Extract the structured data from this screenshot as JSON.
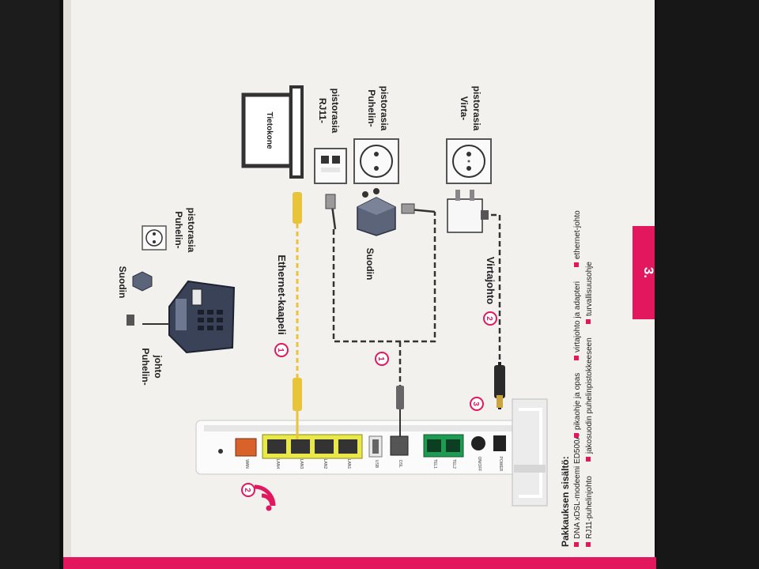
{
  "labels": {
    "puhelinjohto": [
      "Puhelin-",
      "johto"
    ],
    "suodin_top": "Suodin",
    "puhelinpistorasia_top": [
      "Puhelin-",
      "pistorasia"
    ],
    "ethernet_kaapeli": "Ethernet-kaapeli",
    "tietokone": "Tietokone",
    "rj11_pistorasia": [
      "RJ11-",
      "pistorasia"
    ],
    "puhelinpistorasia_right": [
      "Puhelin-",
      "pistorasia"
    ],
    "suodin_mid": "Suodin",
    "virtajohto": "Virtajohto",
    "virtapistorasia": [
      "Virta-",
      "pistorasia"
    ],
    "page_number": "3."
  },
  "step_numbers": {
    "ethernet": "1",
    "line": "1",
    "power": "2",
    "power_socket": "3",
    "wifi": "2"
  },
  "port_labels": [
    "WAN",
    "LAN4",
    "LAN3",
    "LAN2",
    "LAN1",
    "USB",
    "DSL",
    "TEL1",
    "TEL2",
    "ON/OFF",
    "POWER"
  ],
  "package": {
    "title": "Pakkauksen sisältö:",
    "items": [
      "DNA xDSL-modeemi ED500A",
      "pikaohje ja opas",
      "virtajohto ja adapteri",
      "ethernet-johto",
      "RJ11-puhelinjohto",
      "jakosuodin puhelinpistokkeeseen",
      "turvallisuusohje"
    ]
  },
  "colors": {
    "accent": "#e2175e",
    "cable_yellow": "#e8c43a",
    "lan_yellow": "#e9e84a",
    "tel_green": "#1f9a52",
    "wan_orange": "#d9622b",
    "device_dark": "#3a4257",
    "paper": "#f3f1ee"
  }
}
